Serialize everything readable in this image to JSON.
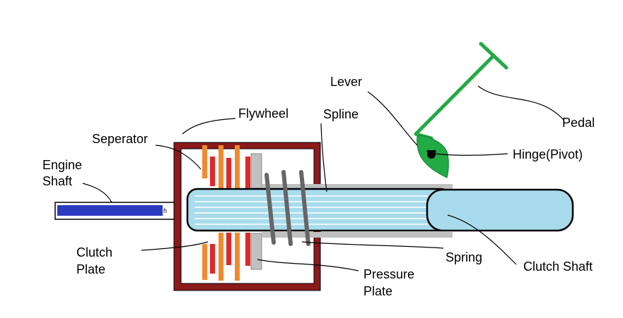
{
  "labels": {
    "flywheel": "Flywheel",
    "lever": "Lever",
    "spline": "Spline",
    "pedal": "Pedal",
    "seperator": "Seperator",
    "hinge": "Hinge(Pivot)",
    "engine_shaft_line1": "Engine",
    "engine_shaft_line2": "Shaft",
    "clutch_plate_line1": "Clutch",
    "clutch_plate_line2": "Plate",
    "spring": "Spring",
    "clutch_shaft": "Clutch Shaft",
    "pressure_plate_line1": "Pressure",
    "pressure_plate_line2": "Plate"
  },
  "colors": {
    "flywheel": "#8b1a1a",
    "separator": "#f08a30",
    "clutch_plate": "#e02828",
    "shaft_fill": "#a8dcec",
    "spline_lines": "#ffffff",
    "pressure_plate": "#c0c0c0",
    "spring": "#666666",
    "engine_shaft": "#2b3bbf",
    "lever_pedal": "#22aa44",
    "hinge_pin": "#000000"
  },
  "icons": {
    "hinge": "pivot-pin-icon"
  }
}
